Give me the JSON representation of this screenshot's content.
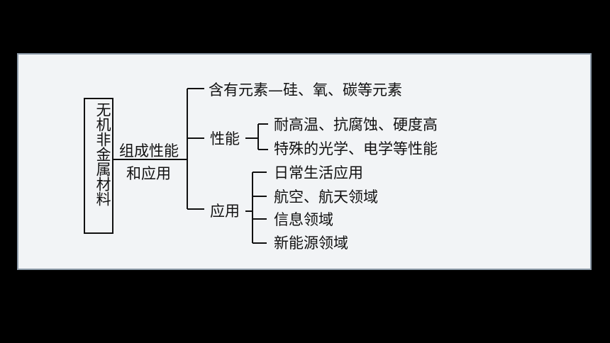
{
  "root": "无机非金属材料",
  "branch": {
    "line1": "组成性能",
    "line2": "和应用"
  },
  "composition": "含有元素—硅、氧、碳等元素",
  "properties": {
    "label": "性能",
    "items": [
      "耐高温、抗腐蚀、硬度高",
      "特殊的光学、电学等性能"
    ]
  },
  "applications": {
    "label": "应用",
    "items": [
      "日常生活应用",
      "航空、航天领域",
      "信息领域",
      "新能源领域"
    ]
  }
}
